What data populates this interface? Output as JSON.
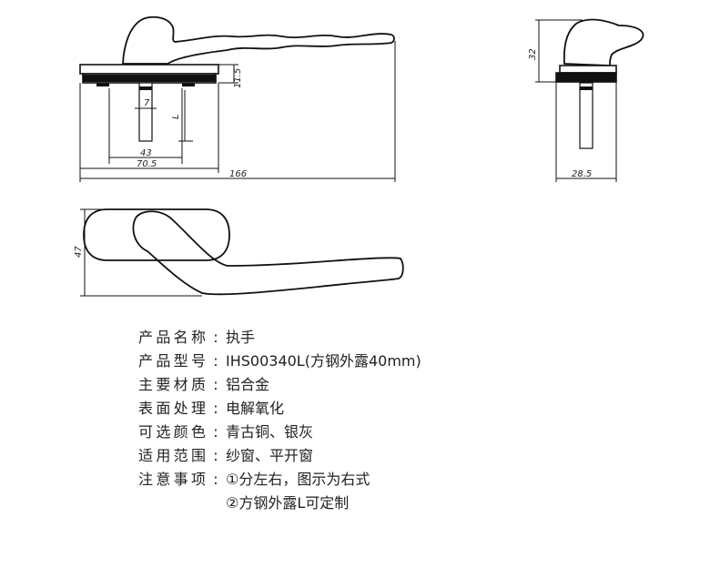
{
  "dimensions": {
    "d_7": "7",
    "d_L": "L",
    "d_11_5": "11.5",
    "d_43": "43",
    "d_70_5": "70.5",
    "d_166": "166",
    "d_32": "32",
    "d_28_5": "28.5",
    "d_47": "47"
  },
  "specs": [
    {
      "label": "产品名称",
      "value": "执手"
    },
    {
      "label": "产品型号",
      "value": "IHS00340L(方钢外露40mm)"
    },
    {
      "label": "主要材质",
      "value": "铝合金"
    },
    {
      "label": "表面处理",
      "value": "电解氧化"
    },
    {
      "label": "可选颜色",
      "value": "青古铜、银灰"
    },
    {
      "label": "适用范围",
      "value": "纱窗、平开窗"
    },
    {
      "label": "注意事项",
      "value": "①分左右，图示为右式"
    }
  ],
  "note_continuation": "②方钢外露L可定制",
  "separator": ":"
}
